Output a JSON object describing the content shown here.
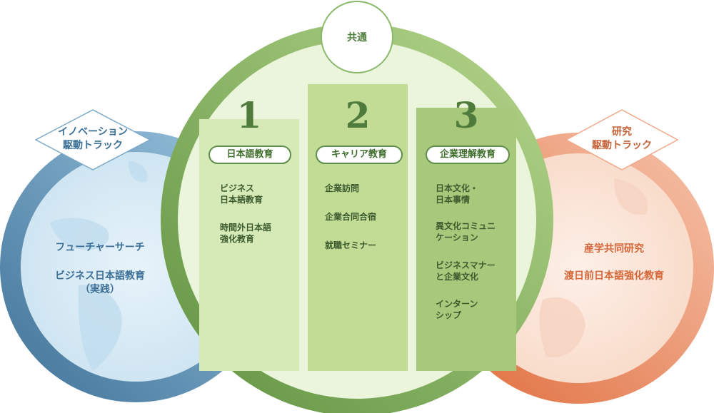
{
  "common": "共通",
  "left": {
    "diamond": [
      "イノベーション",
      "駆動トラック"
    ],
    "items": [
      "フューチャーサーチ",
      "ビジネス日本語教育",
      "（実践）"
    ]
  },
  "right": {
    "diamond": [
      "研究",
      "駆動トラック"
    ],
    "items": [
      "産学共同研究",
      "渡日前日本語強化教育"
    ]
  },
  "columns": [
    {
      "number": "1",
      "title": "日本語教育",
      "items": [
        [
          "ビジネス",
          "日本語教育"
        ],
        [
          "時間外日本語",
          "強化教育"
        ]
      ]
    },
    {
      "number": "2",
      "title": "キャリア教育",
      "items": [
        [
          "企業訪問"
        ],
        [
          "企業合同合宿"
        ],
        [
          "就職セミナー"
        ]
      ]
    },
    {
      "number": "3",
      "title": "企業理解教育",
      "items": [
        [
          "日本文化・",
          "日本事情"
        ],
        [
          "異文化コミュニ",
          "ケーション"
        ],
        [
          "ビジネスマナー",
          "と企業文化"
        ],
        [
          "インターン",
          "シップ"
        ]
      ]
    }
  ],
  "colors": {
    "left_ring": "#6f9fc2",
    "right_ring": "#ee9a78",
    "center_ring": "#7eaa5f",
    "col1": "#d5eab7",
    "col2": "#c2dc96",
    "col3": "#a8c97b"
  }
}
